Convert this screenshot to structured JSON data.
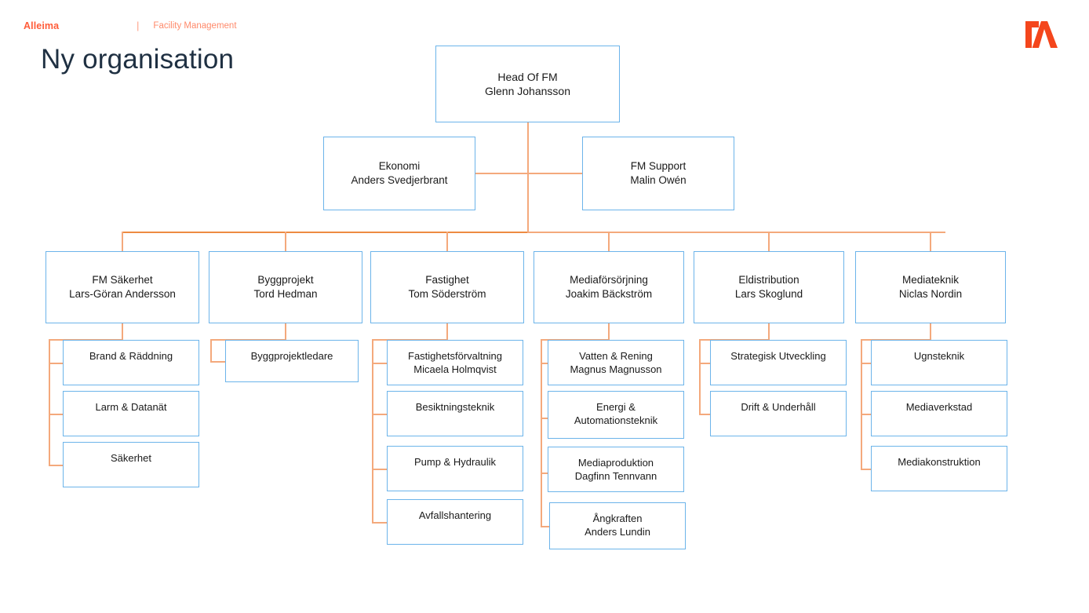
{
  "header": {
    "brand": "Alleima",
    "divider": "|",
    "subtitle": "Facility Management",
    "logo_icon": "alleima-logo-icon",
    "brand_color": "#FF5C39"
  },
  "page_title": "Ny organisation",
  "colors": {
    "box_border": "#6CB4EA",
    "connector": "#F4A97C",
    "connector_strong": "#ED8B42",
    "title_text": "#1F3042",
    "accent": "#FF5C39"
  },
  "chart": {
    "root": {
      "title": "Head Of FM",
      "name": "Glenn Johansson"
    },
    "staff": [
      {
        "title": "Ekonomi",
        "name": "Anders Svedjerbrant"
      },
      {
        "title": "FM Support",
        "name": "Malin Owén"
      }
    ],
    "departments": [
      {
        "title": "FM Säkerhet",
        "name": "Lars-Göran Andersson",
        "children": [
          {
            "title": "Brand & Räddning",
            "name": ""
          },
          {
            "title": "Larm & Datanät",
            "name": ""
          },
          {
            "title": "Säkerhet",
            "name": ""
          }
        ]
      },
      {
        "title": "Byggprojekt",
        "name": "Tord Hedman",
        "children": [
          {
            "title": "Byggprojektledare",
            "name": ""
          }
        ]
      },
      {
        "title": "Fastighet",
        "name": "Tom Söderström",
        "children": [
          {
            "title": "Fastighetsförvaltning",
            "name": "Micaela Holmqvist"
          },
          {
            "title": "Besiktningsteknik",
            "name": ""
          },
          {
            "title": "Pump & Hydraulik",
            "name": ""
          },
          {
            "title": "Avfallshantering",
            "name": ""
          }
        ]
      },
      {
        "title": "Mediaförsörjning",
        "name": "Joakim Bäckström",
        "children": [
          {
            "title": "Vatten & Rening",
            "name": "Magnus Magnusson"
          },
          {
            "title": "Energi &",
            "name": "Automationsteknik"
          },
          {
            "title": "Mediaproduktion",
            "name": "Dagfinn Tennvann"
          },
          {
            "title": "Ångkraften",
            "name": "Anders Lundin"
          }
        ]
      },
      {
        "title": "Eldistribution",
        "name": "Lars Skoglund",
        "children": [
          {
            "title": "Strategisk Utveckling",
            "name": ""
          },
          {
            "title": "Drift & Underhåll",
            "name": ""
          }
        ]
      },
      {
        "title": "Mediateknik",
        "name": "Niclas Nordin",
        "children": [
          {
            "title": "Ugnsteknik",
            "name": ""
          },
          {
            "title": "Mediaverkstad",
            "name": ""
          },
          {
            "title": "Mediakonstruktion",
            "name": ""
          }
        ]
      }
    ]
  }
}
